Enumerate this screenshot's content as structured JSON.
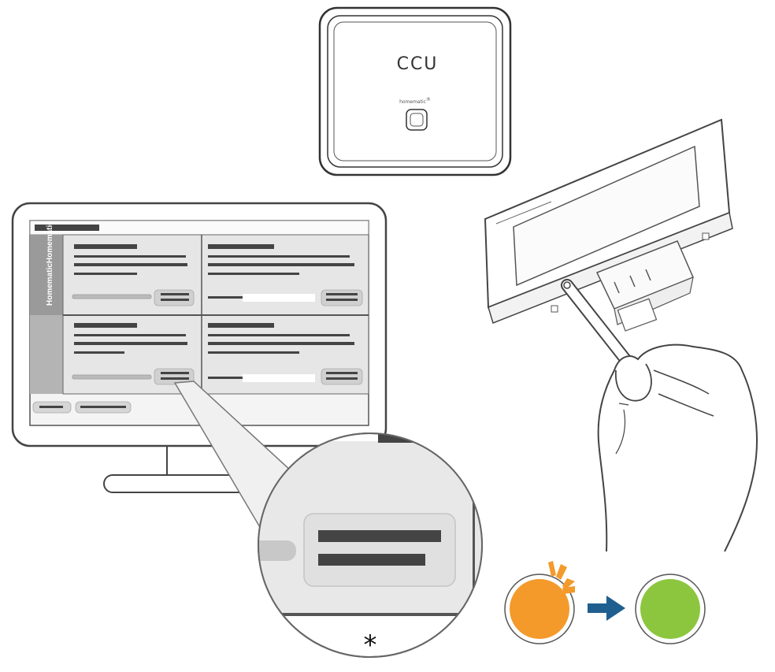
{
  "ccu": {
    "label": "CCU",
    "brand": "homematic",
    "brand_mark": "®"
  },
  "monitor": {
    "sidebar_label": "HomematicHomematic"
  },
  "callout": {
    "marker": "*"
  },
  "status_leds": {
    "before_color": "#f39a2b",
    "after_color": "#8cc63f",
    "arrow_color": "#1f5f8f",
    "flash_color": "#f39a2b"
  },
  "icons": [
    "ccu-device",
    "monitor",
    "magnifier-callout",
    "wall-device",
    "stylus-pen",
    "hand",
    "arrow-right-icon"
  ]
}
